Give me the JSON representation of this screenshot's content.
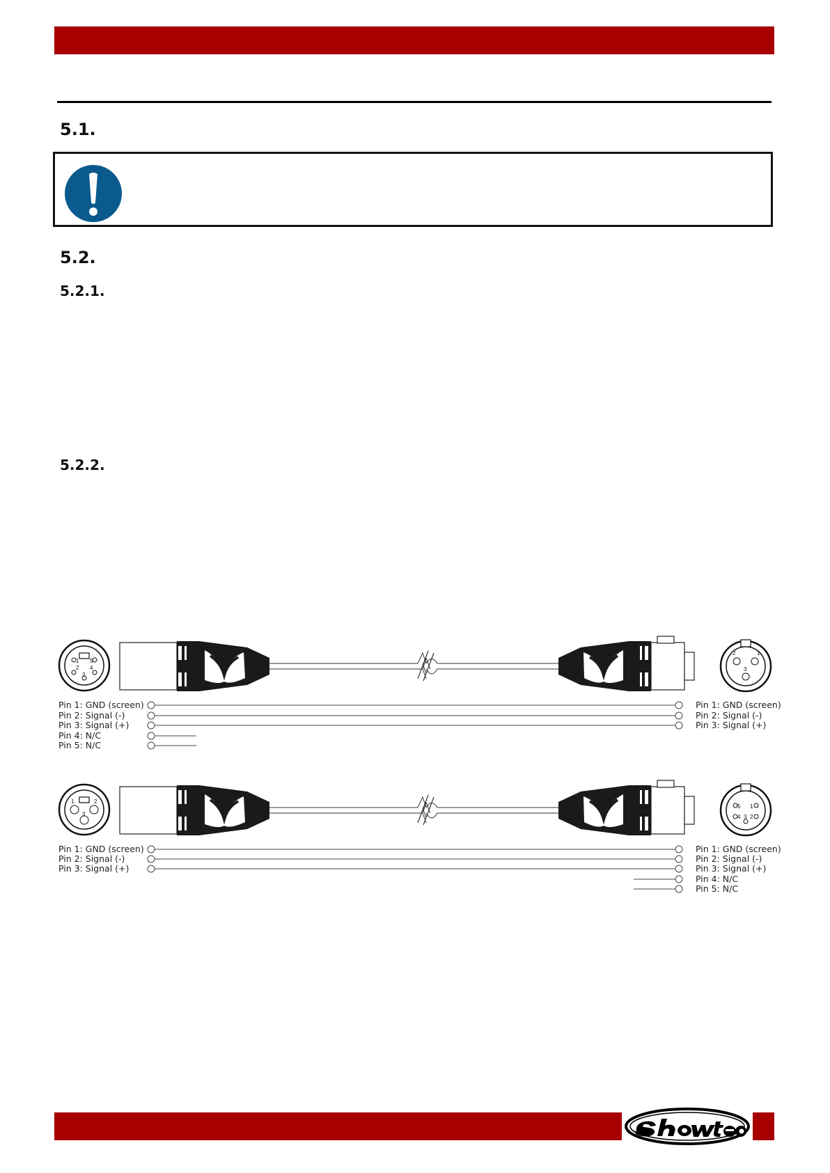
{
  "sections": {
    "s51": "5.1.",
    "s52": "5.2.",
    "s521": "5.2.1.",
    "s522": "5.2.2."
  },
  "notice": {
    "icon": "exclamation-icon",
    "color": "#0a5a8e"
  },
  "diagram": {
    "cable1": {
      "left_pins": [
        "Pin 1: GND (screen)",
        "Pin 2: Signal (-)",
        "Pin 3: Signal (+)",
        "Pin 4: N/C",
        "Pin 5: N/C"
      ],
      "right_pins": [
        "Pin 1: GND (screen)",
        "Pin 2: Signal (-)",
        "Pin 3: Signal (+)"
      ],
      "left_connector": {
        "type": "5-pin male",
        "pin_numbers": [
          "1",
          "2",
          "3",
          "4",
          "5"
        ]
      },
      "right_connector": {
        "type": "3-pin female",
        "pin_numbers": [
          "2",
          "1",
          "3"
        ]
      }
    },
    "cable2": {
      "left_pins": [
        "Pin 1: GND (screen)",
        "Pin 2: Signal (-)",
        "Pin 3: Signal (+)"
      ],
      "right_pins": [
        "Pin 1: GND (screen)",
        "Pin 2: Signal (-)",
        "Pin 3: Signal (+)",
        "Pin 4: N/C",
        "Pin 5: N/C"
      ],
      "left_connector": {
        "type": "3-pin male",
        "pin_numbers": [
          "1",
          "2",
          "3"
        ]
      },
      "right_connector": {
        "type": "5-pin female",
        "pin_numbers": [
          "5",
          "1",
          "4",
          "3",
          "2"
        ]
      }
    }
  },
  "brand": {
    "logo": "Showtec",
    "color": "#a80000"
  }
}
